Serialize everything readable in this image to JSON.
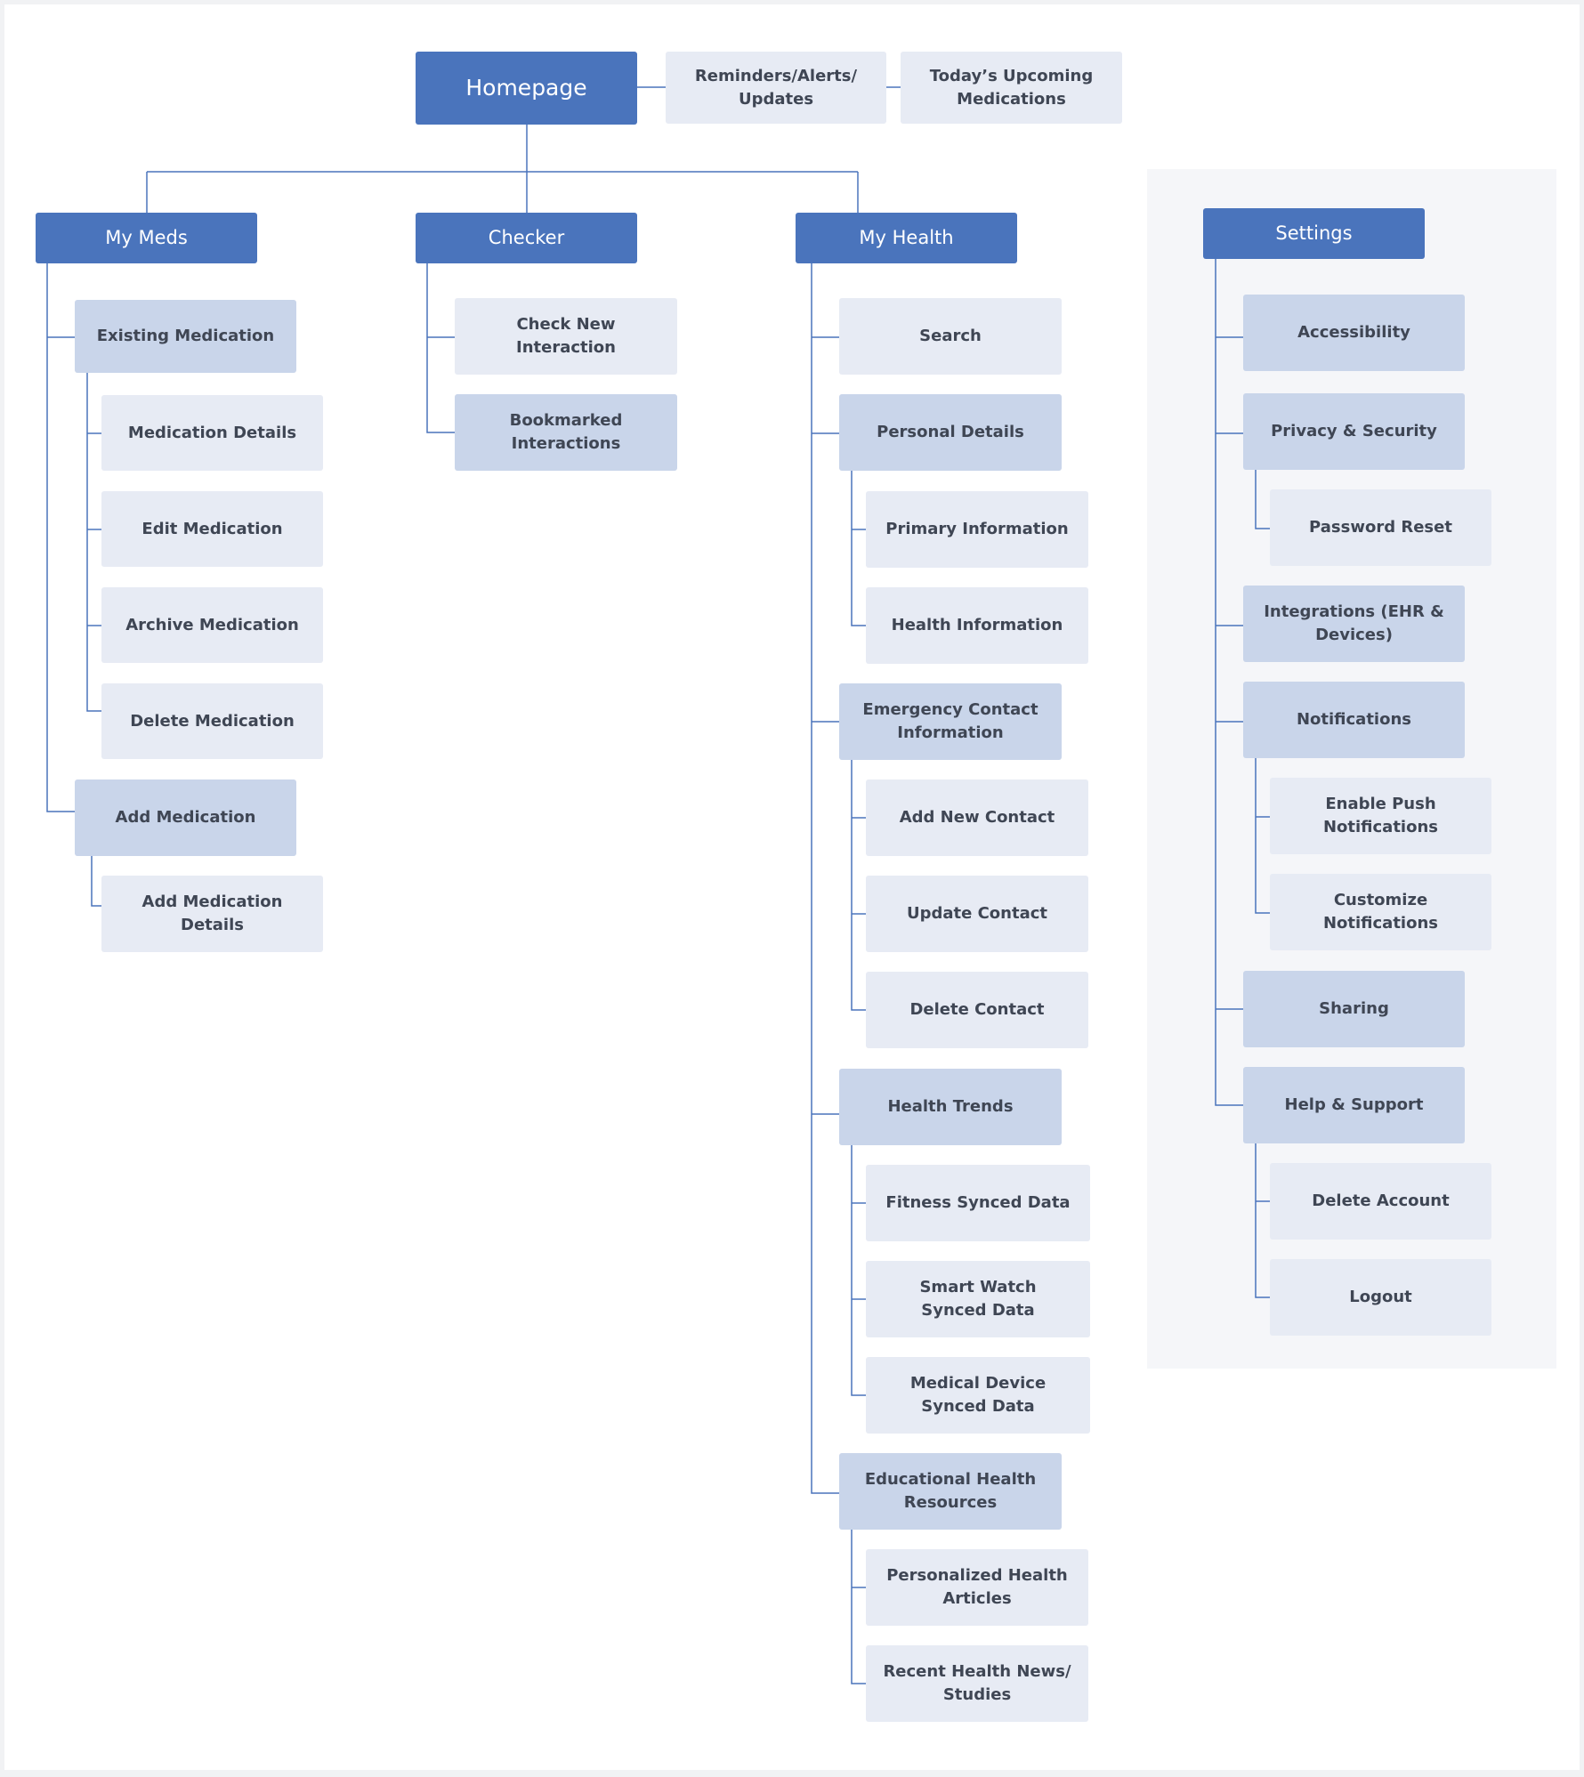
{
  "homepage": {
    "label": "Homepage",
    "extras": [
      "Reminders/Alerts/\nUpdates",
      "Today’s Upcoming\nMedications"
    ]
  },
  "my_meds": {
    "label": "My Meds",
    "existing": "Existing Medication",
    "existing_children": [
      "Medication Details",
      "Edit Medication",
      "Archive Medication",
      "Delete Medication"
    ],
    "add": "Add Medication",
    "add_children": [
      "Add Medication\nDetails"
    ]
  },
  "checker": {
    "label": "Checker",
    "children": [
      "Check New\nInteraction",
      "Bookmarked\nInteractions"
    ]
  },
  "my_health": {
    "label": "My Health",
    "search": "Search",
    "personal": "Personal Details",
    "personal_children": [
      "Primary Information",
      "Health Information"
    ],
    "emergency": "Emergency Contact\nInformation",
    "emergency_children": [
      "Add New Contact",
      "Update Contact",
      "Delete Contact"
    ],
    "trends": "Health Trends",
    "trends_children": [
      "Fitness Synced Data",
      "Smart Watch\nSynced Data",
      "Medical Device\nSynced Data"
    ],
    "education": "Educational Health\nResources",
    "education_children": [
      "Personalized Health\nArticles",
      "Recent Health News/\nStudies"
    ]
  },
  "settings": {
    "label": "Settings",
    "accessibility": "Accessibility",
    "privacy": "Privacy & Security",
    "privacy_children": [
      "Password Reset"
    ],
    "integrations": "Integrations (EHR &\nDevices)",
    "notifications": "Notifications",
    "notifications_children": [
      "Enable Push\nNotifications",
      "Customize\nNotifications"
    ],
    "sharing": "Sharing",
    "help": "Help & Support",
    "help_children": [
      "Delete Account",
      "Logout"
    ]
  },
  "colors": {
    "primary": "#4a74bc",
    "section": "#c9d5ea",
    "leaf": "#e7ebf4",
    "connector": "#4a74bc",
    "text_dark": "#3f4654"
  }
}
